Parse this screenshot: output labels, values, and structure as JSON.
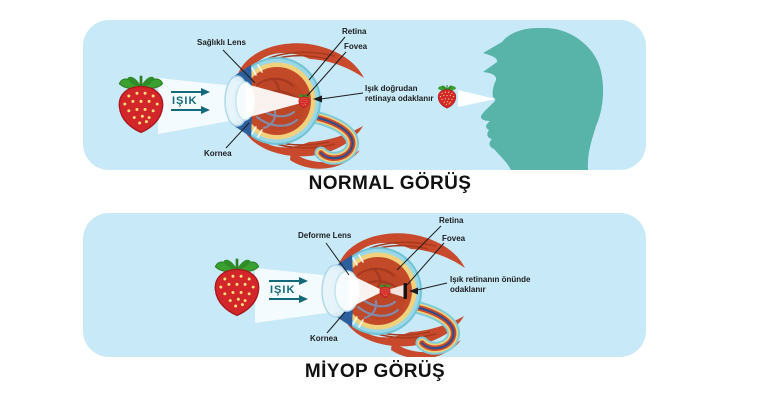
{
  "page": {
    "background": "#ffffff",
    "panel_background": "#c8e9f8"
  },
  "colors": {
    "accent_teal": "#15697c",
    "head_silhouette": "#58b3a9",
    "eye_muscle_red": "#c8492b",
    "retina_yellow": "#f2d17c",
    "sclera_cyan": "#9bd8e7",
    "ciliary_blue": "#2d5e9e",
    "strawberry_red": "#d2262b",
    "label_text": "#1d1d1d"
  },
  "panels": [
    {
      "title": "NORMAL GÖRÜŞ",
      "light_label": "IŞIK",
      "labels": {
        "lens": "Sağlıklı Lens",
        "retina": "Retina",
        "fovea": "Fovea",
        "cornea": "Kornea"
      },
      "focus_note": {
        "line1": "Işık doğrudan",
        "line2": "retinaya odaklanır"
      }
    },
    {
      "title": "MİYOP GÖRÜŞ",
      "light_label": "IŞIK",
      "labels": {
        "lens": "Deforme Lens",
        "retina": "Retina",
        "fovea": "Fovea",
        "cornea": "Kornea"
      },
      "focus_note": {
        "line1": "Işık retinanın önünde",
        "line2": "odaklanır"
      }
    }
  ]
}
